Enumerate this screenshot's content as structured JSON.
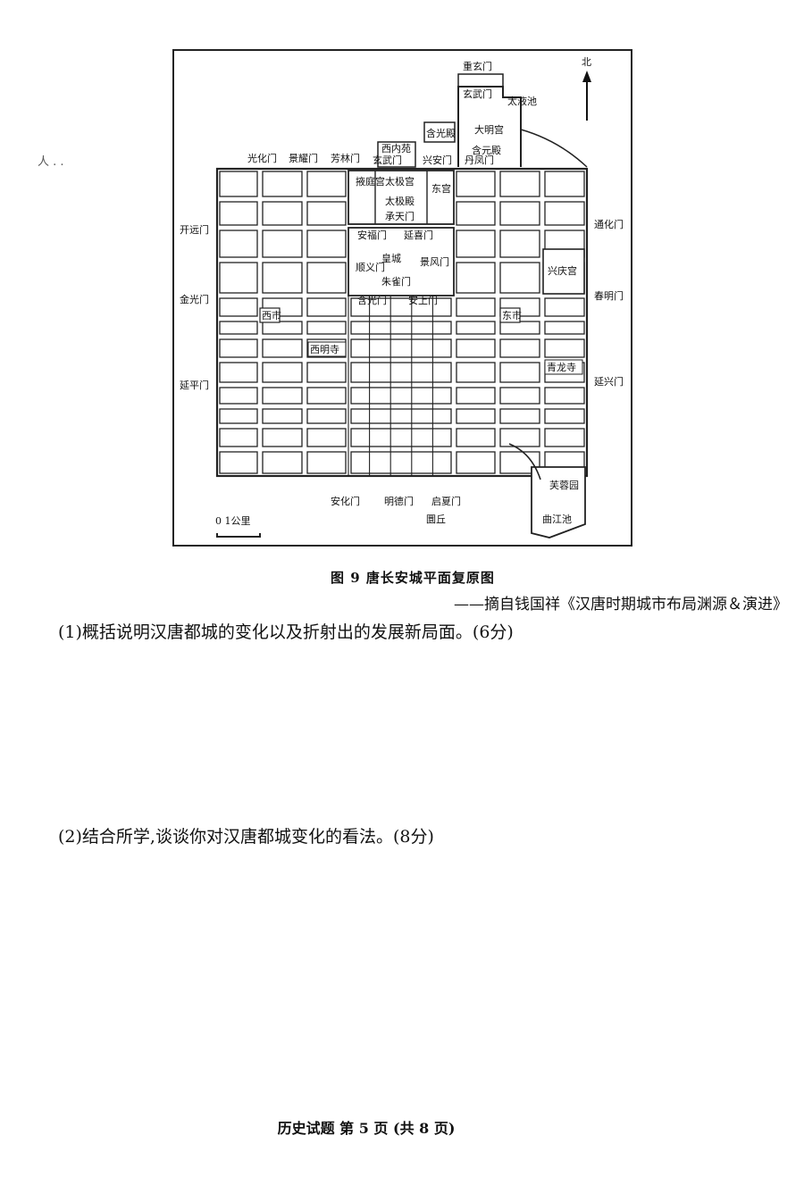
{
  "map": {
    "north_label": "北",
    "scale_label": "0    1公里",
    "top_gates": [
      "光化门",
      "景耀门",
      "芳林门",
      "玄武门",
      "兴安门",
      "丹凤门"
    ],
    "top_areas": [
      "西内苑",
      "含光殿",
      "大明宫",
      "含元殿",
      "太液池",
      "重玄门",
      "玄武门"
    ],
    "palace_areas": [
      "掖庭宫",
      "太极宫",
      "太极殿",
      "承天门",
      "东宫"
    ],
    "imperial_city": [
      "安福门",
      "延喜门",
      "皇城",
      "顺义门",
      "景风门",
      "朱雀门",
      "含光门",
      "安上门"
    ],
    "west_gates": [
      "开远门",
      "金光门",
      "延平门"
    ],
    "east_gates": [
      "通化门",
      "春明门",
      "延兴门"
    ],
    "east_palace": "兴庆宫",
    "markets": [
      "西市",
      "东市"
    ],
    "temples": [
      "西明寺",
      "青龙寺"
    ],
    "south_gates": [
      "安化门",
      "明德门",
      "启夏门"
    ],
    "south_features": [
      "圜丘",
      "芙蓉园",
      "曲江池"
    ]
  },
  "caption": "图 9  唐长安城平面复原图",
  "source": "——摘自钱国祥《汉唐时期城市布局渊源＆演进》",
  "questions": [
    "(1)概括说明汉唐都城的变化以及折射出的发展新局面。(6分)",
    "(2)结合所学,谈谈你对汉唐都城变化的看法。(8分)"
  ],
  "footer": "历史试题  第 5 页  (共 8 页)",
  "corner_mark": "人 . ."
}
